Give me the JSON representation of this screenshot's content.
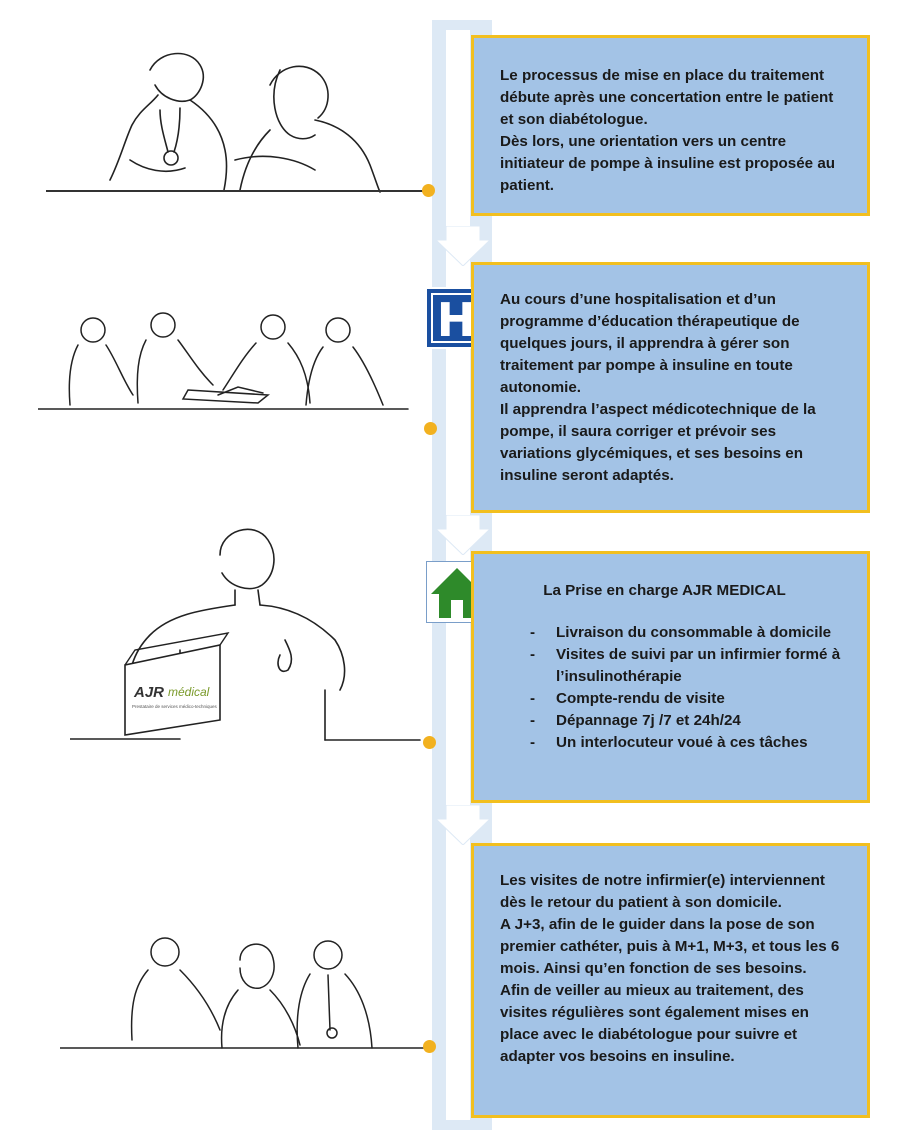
{
  "colors": {
    "box_fill": "#a3c3e6",
    "box_border": "#f2bf1f",
    "timeline": "#dde9f5",
    "dot": "#f2b11f",
    "hospital_icon": "#1a4fa0",
    "home_icon": "#2e8a2a"
  },
  "icons": {
    "hospital": {
      "name": "hospital-h-icon",
      "letter": "H"
    },
    "home": {
      "name": "home-icon"
    }
  },
  "logo": {
    "text_main": "AJR",
    "text_sub": "médical",
    "tagline": "Prestataire de services médico-techniques"
  },
  "steps": [
    {
      "paragraphs": [
        "Le processus de mise en place du traitement débute après une concertation entre le patient et son diabétologue.",
        "Dès lors, une orientation vers un centre initiateur de pompe à insuline est proposée au patient."
      ]
    },
    {
      "paragraphs": [
        "Au cours d’une hospitalisation et d’un programme d’éducation thérapeutique de quelques jours, il apprendra à gérer son traitement par pompe à insuline en toute autonomie.",
        "Il apprendra l’aspect médicotechnique de la pompe, il saura corriger et prévoir ses variations glycémiques, et ses besoins en insuline seront adaptés."
      ]
    },
    {
      "title": "La Prise en charge AJR MEDICAL",
      "items": [
        "Livraison du consommable à domicile",
        "Visites de suivi par un infirmier formé à l’insulinothérapie",
        "Compte-rendu de visite",
        "Dépannage 7j /7 et 24h/24",
        "Un interlocuteur voué à ces tâches"
      ]
    },
    {
      "paragraphs": [
        "Les visites de notre infirmier(e) interviennent dès le retour du patient à son domicile.",
        "A J+3, afin de le guider dans la pose de son premier cathéter, puis à M+1, M+3, et tous les 6 mois. Ainsi qu’en fonction de ses besoins.",
        "Afin de veiller au mieux au traitement, des visites régulières sont également mises en place avec le diabétologue pour suivre et adapter vos besoins en insuline."
      ]
    }
  ]
}
